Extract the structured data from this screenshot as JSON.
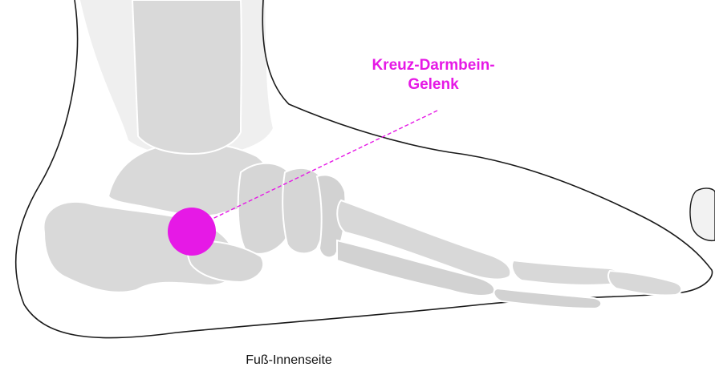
{
  "annotation": {
    "label_line1": "Kreuz-Darmbein-",
    "label_line2": "Gelenk",
    "color": "#e619e6"
  },
  "caption": "Fuß-Innenseite",
  "colors": {
    "skin_outline": "#1a1a1a",
    "bone_fill": "#d8d8d8",
    "bone_stroke": "#ffffff",
    "shin_fill": "#ededed"
  }
}
